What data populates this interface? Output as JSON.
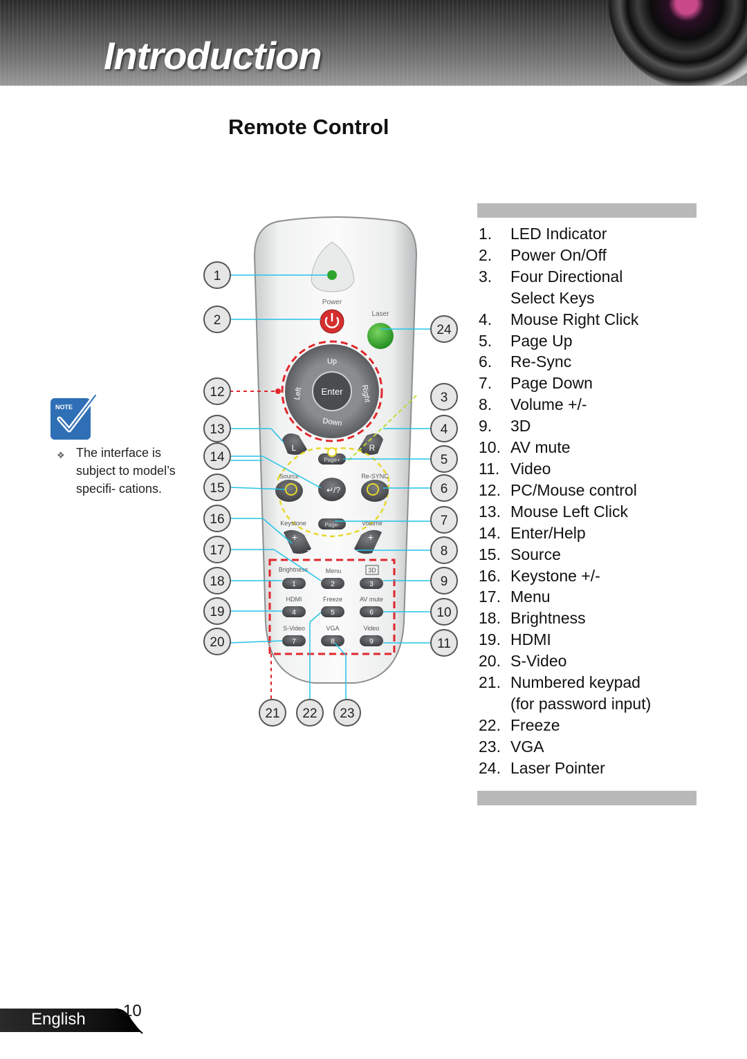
{
  "header": {
    "title": "Introduction"
  },
  "page_title": "Remote Control",
  "note": {
    "label": "NOTE",
    "text": "The interface is subject to model’s specifi- cations."
  },
  "remote": {
    "callouts_left": [
      "1",
      "2",
      "12",
      "13",
      "14",
      "15",
      "16",
      "17",
      "18",
      "19",
      "20"
    ],
    "callouts_right": [
      "24",
      "3",
      "4",
      "5",
      "6",
      "7",
      "8",
      "9",
      "10",
      "11"
    ],
    "callouts_bottom": [
      "21",
      "22",
      "23"
    ],
    "labels": {
      "power": "Power",
      "laser": "Laser",
      "up": "Up",
      "down": "Down",
      "left": "Left",
      "right": "Right",
      "enter": "Enter",
      "l": "L",
      "r": "R",
      "page_up": "Page+",
      "page_down": "Page-",
      "source": "Source",
      "resync": "Re-SYNC",
      "keystone": "Keystone",
      "volume": "Volume",
      "enter_help": "↵/?",
      "plus": "+",
      "minus": "–",
      "brightness": "Brightness",
      "menu": "Menu",
      "threed": "3D",
      "hdmi": "HDMI",
      "freeze": "Freeze",
      "avmute": "AV mute",
      "svideo": "S-Video",
      "vga": "VGA",
      "video": "Video",
      "keys": [
        "1",
        "2",
        "3",
        "4",
        "5",
        "6",
        "7",
        "8",
        "9"
      ]
    }
  },
  "legend": [
    {
      "num": "1.",
      "text": "LED Indicator"
    },
    {
      "num": "2.",
      "text": "Power On/Off"
    },
    {
      "num": "3.",
      "text": "Four Directional"
    },
    {
      "num": "",
      "text": "Select Keys"
    },
    {
      "num": "4.",
      "text": "Mouse Right Click"
    },
    {
      "num": "5.",
      "text": "Page Up"
    },
    {
      "num": "6.",
      "text": "Re-Sync"
    },
    {
      "num": "7.",
      "text": "Page Down"
    },
    {
      "num": "8.",
      "text": "Volume +/-"
    },
    {
      "num": "9.",
      "text": "3D"
    },
    {
      "num": "10.",
      "text": "AV mute"
    },
    {
      "num": "11.",
      "text": "Video"
    },
    {
      "num": "12.",
      "text": "PC/Mouse control"
    },
    {
      "num": "13.",
      "text": "Mouse Left Click"
    },
    {
      "num": "14.",
      "text": "Enter/Help"
    },
    {
      "num": "15.",
      "text": "Source"
    },
    {
      "num": "16.",
      "text": "Keystone +/-"
    },
    {
      "num": "17.",
      "text": "Menu"
    },
    {
      "num": "18.",
      "text": "Brightness"
    },
    {
      "num": "19.",
      "text": "HDMI"
    },
    {
      "num": "20.",
      "text": "S-Video"
    },
    {
      "num": "21.",
      "text": "Numbered keypad"
    },
    {
      "num": "",
      "text": "(for password input)"
    },
    {
      "num": "22.",
      "text": "Freeze"
    },
    {
      "num": "23.",
      "text": "VGA"
    },
    {
      "num": "24.",
      "text": "Laser Pointer"
    }
  ],
  "footer": {
    "language": "English",
    "page_number": "10"
  },
  "colors": {
    "note_blue": "#2f6fb6",
    "highlight_red": "#e0262b",
    "highlight_yellow": "#e6d72a",
    "laser_green": "#2fa52f",
    "leader_cyan": "#22c3e6"
  }
}
